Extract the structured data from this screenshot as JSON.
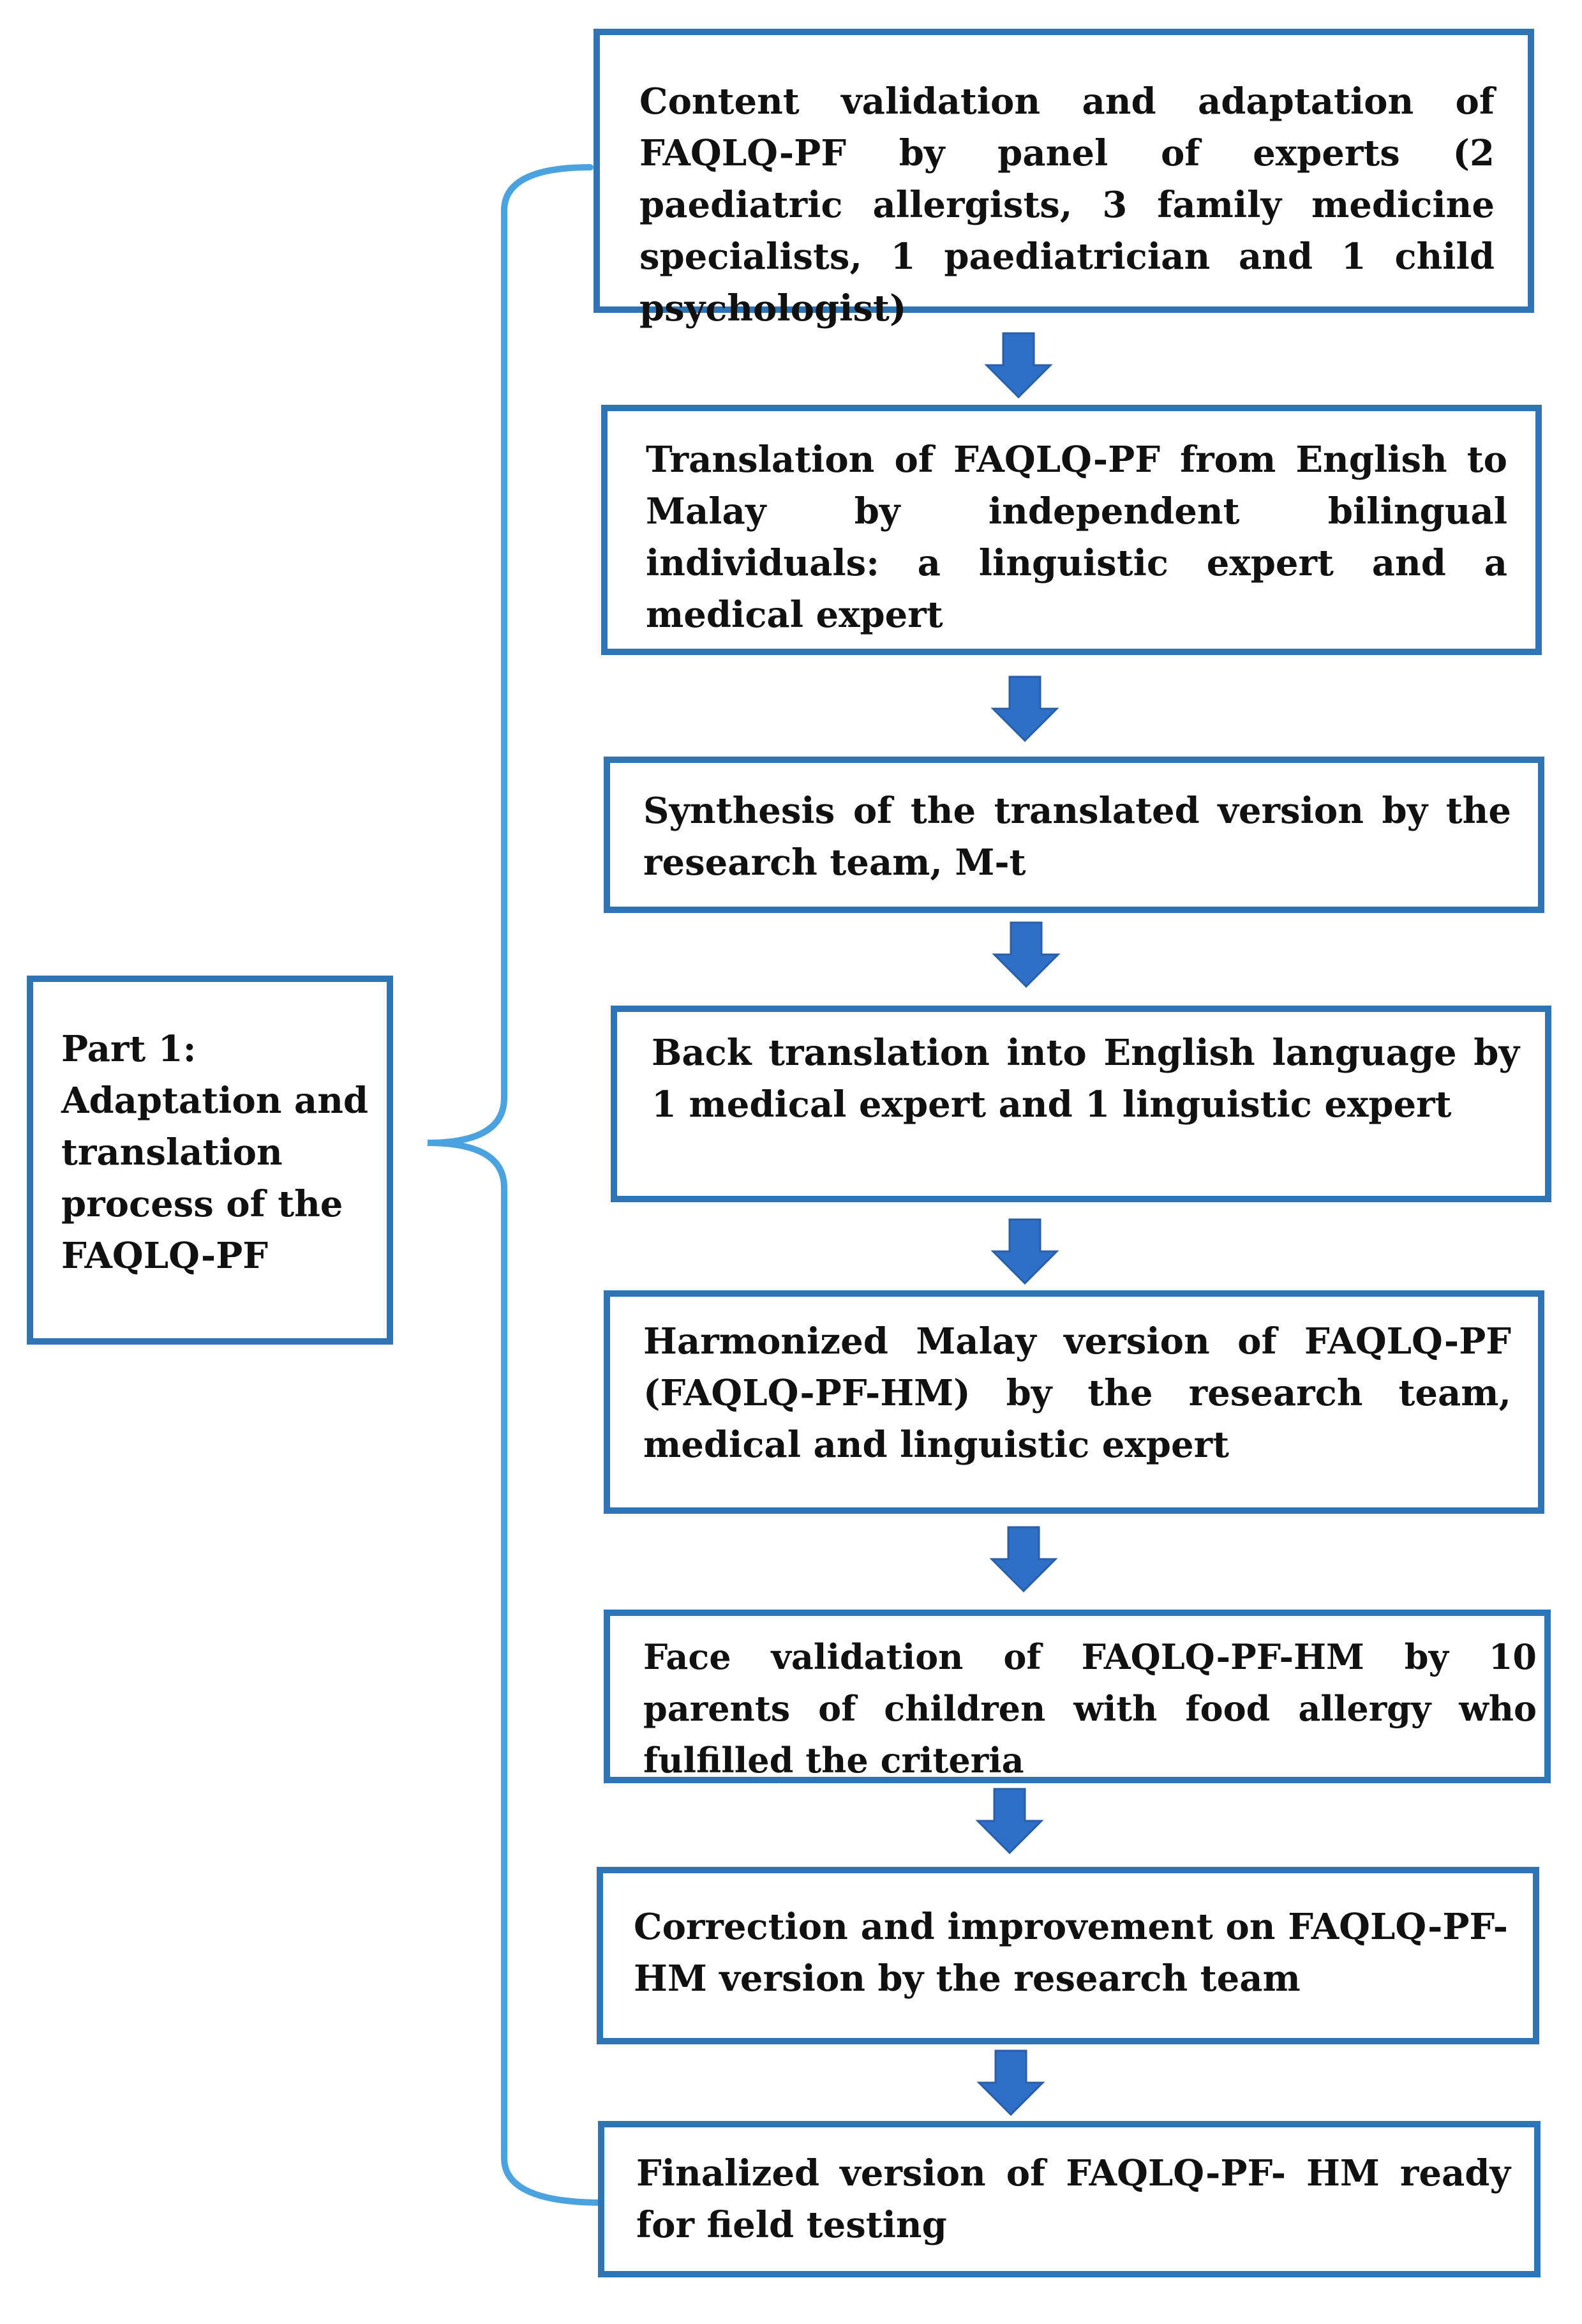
{
  "colors": {
    "border": "#2e75b6",
    "arrow": "#2e6fc7",
    "text": "#111111"
  },
  "part": {
    "label": "Part 1:",
    "description": "Adaptation and translation process of the FAQLQ-PF"
  },
  "steps": [
    {
      "text": "Content validation and adaptation of FAQLQ-PF by panel of experts (2 paediatric allergists, 3 family medicine specialists, 1 paediatrician and 1 child psychologist)"
    },
    {
      "text": "Translation of FAQLQ-PF from English to Malay by independent bilingual individuals: a linguistic expert and a medical expert"
    },
    {
      "text": "Synthesis of the translated version by the research team, M-t"
    },
    {
      "text": "Back translation into English language by 1 medical expert and 1 linguistic expert"
    },
    {
      "text": "Harmonized Malay version of FAQLQ-PF (FAQLQ-PF-HM) by the research team, medical and linguistic expert"
    },
    {
      "text": "Face validation of FAQLQ-PF-HM by 10 parents of children with food allergy who fulfilled the criteria"
    },
    {
      "text": "Correction and improvement on FAQLQ-PF-HM version by the research team"
    },
    {
      "text": "Finalized version of FAQLQ-PF- HM ready for field testing"
    }
  ],
  "icons": {
    "brace": "left-curly-brace",
    "arrow": "down-arrow-icon"
  }
}
